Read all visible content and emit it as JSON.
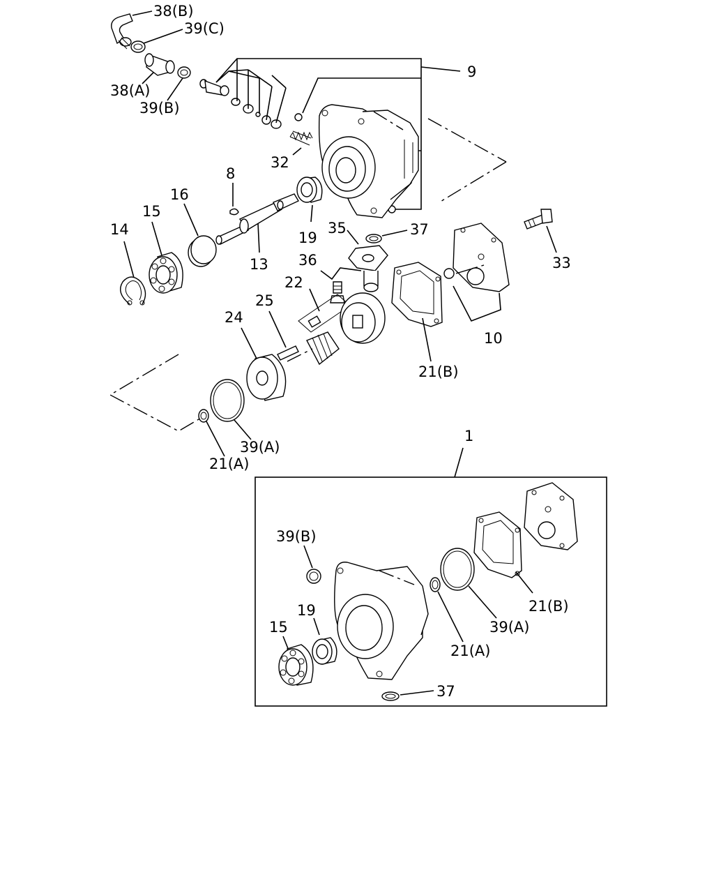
{
  "labels": {
    "l38B": "38(B)",
    "l39C": "39(C)",
    "l38A": "38(A)",
    "l39B": "39(B)",
    "l9": "9",
    "l32": "32",
    "l8": "8",
    "l16": "16",
    "l15": "15",
    "l14": "14",
    "l13": "13",
    "l19": "19",
    "l35": "35",
    "l37": "37",
    "l33": "33",
    "l36": "36",
    "l22": "22",
    "l25": "25",
    "l24": "24",
    "l10": "10",
    "l21B": "21(B)",
    "l39A": "39(A)",
    "l21A": "21(A)",
    "l1": "1",
    "k39B": "39(B)",
    "k19": "19",
    "k15": "15",
    "k37": "37",
    "k21A": "21(A)",
    "k39A": "39(A)",
    "k21B": "21(B)"
  }
}
